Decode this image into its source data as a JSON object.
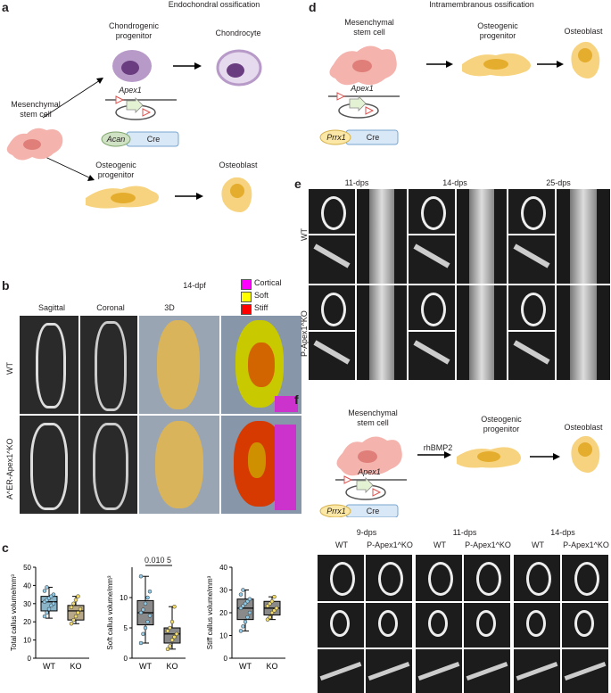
{
  "panels": {
    "a": {
      "label": "a",
      "title": "Endochondral ossification",
      "stem_cell": "Mesenchymal\nstem cell",
      "chondro_progenitor": "Chondrogenic\nprogenitor",
      "chondrocyte": "Chondrocyte",
      "gene": "Apex1",
      "promoter": "Acan",
      "cre": "Cre",
      "osteo_progenitor": "Osteogenic\nprogenitor",
      "osteoblast": "Osteoblast"
    },
    "b": {
      "label": "b",
      "timepoint": "14-dpf",
      "columns": [
        "Sagittal",
        "Coronal",
        "3D"
      ],
      "rows": [
        "WT",
        "A^ER-Apex1^KO"
      ],
      "legend": [
        {
          "label": "Cortical",
          "color": "#ff00ff"
        },
        {
          "label": "Soft",
          "color": "#ffff00"
        },
        {
          "label": "Stiff",
          "color": "#ff0000"
        }
      ]
    },
    "c": {
      "label": "c",
      "p_value": "0.010 5"
    },
    "d": {
      "label": "d",
      "title": "Intramembranous ossification",
      "stem_cell": "Mesenchymal\nstem cell",
      "osteo_progenitor": "Osteogenic\nprogenitor",
      "osteoblast": "Osteoblast",
      "gene": "Apex1",
      "promoter": "Prrx1",
      "cre": "Cre"
    },
    "e": {
      "label": "e",
      "timepoints": [
        "11-dps",
        "14-dps",
        "25-dps"
      ],
      "rows": [
        "WT",
        "P-Apex1^KO"
      ]
    },
    "f": {
      "label": "f",
      "stem_cell": "Mesenchymal\nstem cell",
      "factor": "rhBMP2",
      "osteo_progenitor": "Osteogenic\nprogenitor",
      "osteoblast": "Osteoblast",
      "gene": "Apex1",
      "promoter": "Prrx1",
      "cre": "Cre",
      "timepoints": [
        "9-dps",
        "11-dps",
        "14-dps"
      ],
      "groups": [
        "WT",
        "P-Apex1^KO"
      ]
    }
  },
  "chart_data": [
    {
      "type": "box",
      "ylabel": "Total callus volume/mm³",
      "categories": [
        "WT",
        "KO"
      ],
      "ylim": [
        0,
        50
      ],
      "yticks": [
        0,
        10,
        20,
        30,
        40,
        50
      ],
      "boxes": [
        {
          "name": "WT",
          "min": 22,
          "q1": 26,
          "median": 31,
          "q3": 34,
          "max": 39,
          "color": "#8ab4c8"
        },
        {
          "name": "KO",
          "min": 19,
          "q1": 21,
          "median": 26,
          "q3": 29,
          "max": 34,
          "color": "#b7a88a"
        }
      ],
      "points": {
        "WT": [
          23,
          25,
          27,
          29,
          30,
          31,
          32,
          33,
          34,
          35,
          37,
          39
        ],
        "KO": [
          19,
          21,
          23,
          25,
          27,
          28,
          30,
          32,
          34
        ]
      }
    },
    {
      "type": "box",
      "ylabel": "Soft callus volume/mm³",
      "categories": [
        "WT",
        "KO"
      ],
      "ylim": [
        0,
        15
      ],
      "yticks": [
        0,
        5,
        10
      ],
      "boxes": [
        {
          "name": "WT",
          "min": 2.5,
          "q1": 5.5,
          "median": 7.5,
          "q3": 9.5,
          "max": 13.5,
          "color": "#8a8a8a"
        },
        {
          "name": "KO",
          "min": 1.5,
          "q1": 2.5,
          "median": 4.0,
          "q3": 5.0,
          "max": 8.5,
          "color": "#8a8a8a"
        }
      ],
      "points": {
        "WT": [
          2.5,
          4,
          5,
          6,
          7,
          7.5,
          8,
          9,
          10,
          11,
          13.5
        ],
        "KO": [
          1.5,
          2,
          3,
          3.5,
          4,
          4.5,
          5,
          6,
          8.5
        ]
      }
    },
    {
      "type": "box",
      "ylabel": "Stiff callus volume/mm³",
      "categories": [
        "WT",
        "KO"
      ],
      "ylim": [
        0,
        40
      ],
      "yticks": [
        0,
        10,
        20,
        30,
        40
      ],
      "boxes": [
        {
          "name": "WT",
          "min": 12,
          "q1": 17,
          "median": 22,
          "q3": 26,
          "max": 30,
          "color": "#8a8a8a"
        },
        {
          "name": "KO",
          "min": 17,
          "q1": 19,
          "median": 22,
          "q3": 25,
          "max": 27,
          "color": "#8a8a8a"
        }
      ],
      "points": {
        "WT": [
          12,
          14,
          16,
          18,
          20,
          22,
          23,
          24,
          25,
          26,
          28,
          30
        ],
        "KO": [
          17,
          18,
          20,
          21,
          22,
          23,
          24,
          25,
          27
        ]
      }
    }
  ]
}
